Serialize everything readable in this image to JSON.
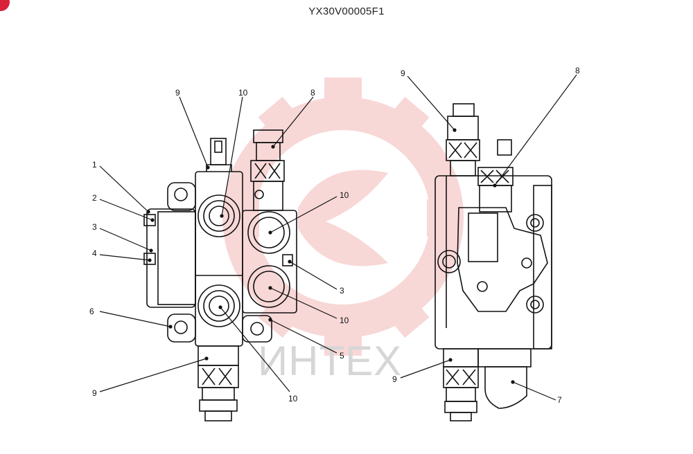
{
  "header": {
    "title": "YX30V00005F1"
  },
  "watermark": {
    "text": "ИНТЕХ",
    "color": "#f4b7b7"
  },
  "diagram": {
    "left_view": {
      "labels": [
        "9",
        "10",
        "8",
        "1",
        "2",
        "3",
        "4",
        "10",
        "3",
        "6",
        "10",
        "5",
        "9",
        "10"
      ]
    },
    "right_view": {
      "labels": [
        "9",
        "8",
        "9",
        "7"
      ]
    }
  }
}
